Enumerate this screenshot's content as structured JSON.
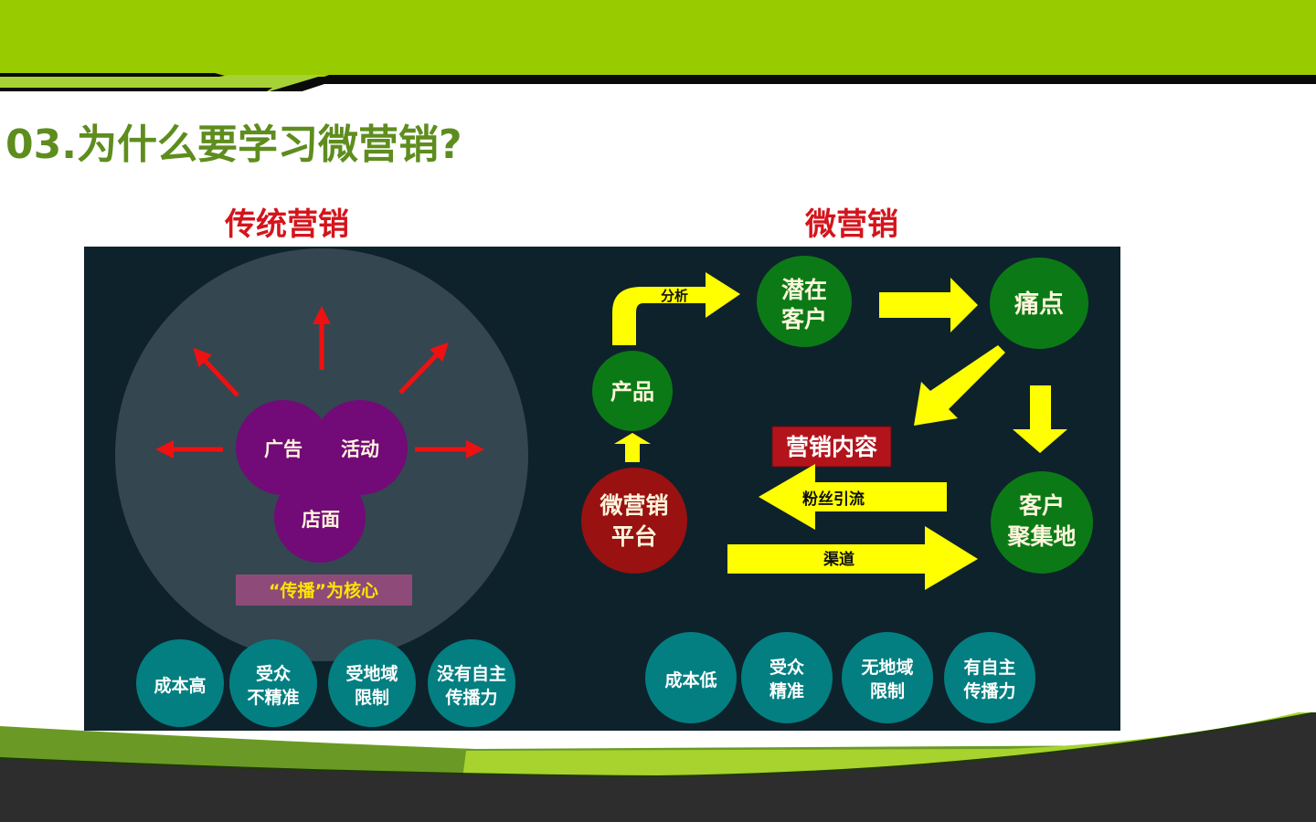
{
  "slide": {
    "title": "03.为什么要学习微营销?",
    "colors": {
      "accent_green": "#99cc00",
      "title_green": "#5e8d1e",
      "red": "#d4141c",
      "panel_bg": "#0e222c",
      "teal": "#007f80",
      "purple": "#720a78",
      "node_green": "#0b7a16",
      "node_red": "#991111",
      "arrow_yellow": "#ffff00"
    }
  },
  "left": {
    "heading": "传统营销",
    "core_circles": [
      "广告",
      "活动",
      "店面"
    ],
    "core_label": "“传播”为核心",
    "drawbacks": [
      {
        "line1": "成本高",
        "line2": ""
      },
      {
        "line1": "受众",
        "line2": "不精准"
      },
      {
        "line1": "受地域",
        "line2": "限制"
      },
      {
        "line1": "没有自主",
        "line2": "传播力"
      }
    ]
  },
  "right": {
    "heading": "微营销",
    "nodes": {
      "product": "产品",
      "potential_line1": "潜在",
      "potential_line2": "客户",
      "pain_point": "痛点",
      "platform_line1": "微营销",
      "platform_line2": "平台",
      "gather_line1": "客户",
      "gather_line2": "聚集地"
    },
    "arrow_labels": {
      "analysis": "分析",
      "fans": "粉丝引流",
      "channel": "渠道"
    },
    "content_box": "营销内容",
    "advantages": [
      {
        "line1": "成本低",
        "line2": ""
      },
      {
        "line1": "受众",
        "line2": "精准"
      },
      {
        "line1": "无地域",
        "line2": "限制"
      },
      {
        "line1": "有自主",
        "line2": "传播力"
      }
    ]
  }
}
